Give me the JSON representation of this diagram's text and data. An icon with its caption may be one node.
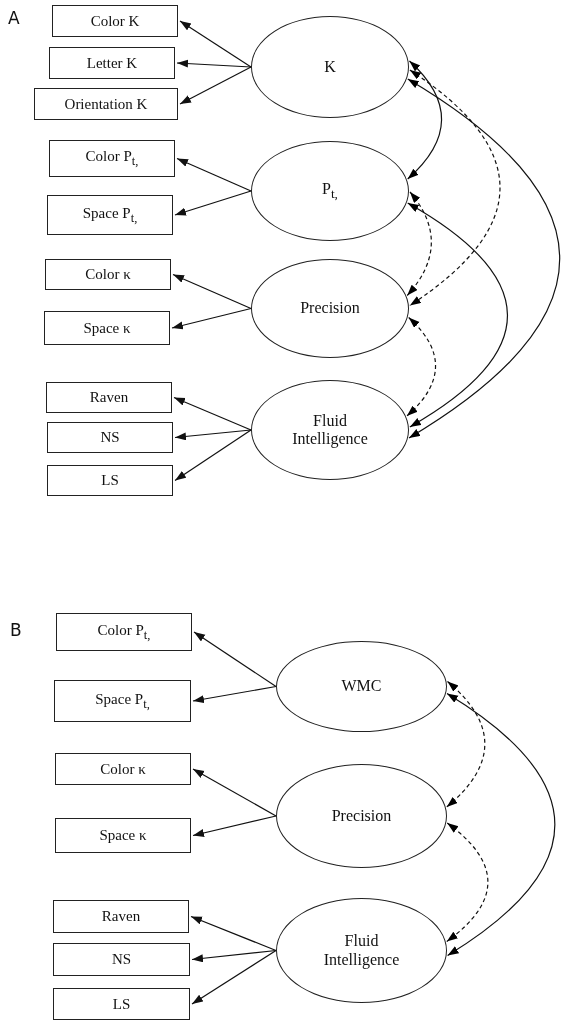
{
  "diagram": {
    "nodes": [
      {
        "text": [
          "K"
        ]
      },
      {
        "text": [
          "Color K"
        ]
      },
      {
        "text": [
          "Letter K"
        ]
      },
      {
        "text": [
          "Orientation K"
        ]
      },
      {
        "text": [
          "P$_{t,}$"
        ]
      },
      {
        "text": [
          "Color P$_{t,}$"
        ]
      },
      {
        "text": [
          "Space P$_{t,}$"
        ]
      },
      {
        "text": [
          "Precision"
        ]
      },
      {
        "text": [
          "Color κ"
        ]
      },
      {
        "text": [
          "Space κ"
        ]
      },
      {
        "text": [
          "Fluid Intelligence"
        ]
      },
      {
        "text": [
          "Raven"
        ]
      },
      {
        "text": [
          "NS"
        ]
      },
      {
        "text": [
          "LS"
        ]
      },
      {
        "text": [
          "WMC"
        ]
      },
      {
        "text": [
          "Color P$_{t,}$"
        ]
      },
      {
        "text": [
          "Space P$_{t,}$"
        ]
      },
      {
        "text": [
          "Precision"
        ]
      },
      {
        "text": [
          "Color κ"
        ]
      },
      {
        "text": [
          "Space κ"
        ]
      },
      {
        "text": [
          "Fluid Intelligence"
        ]
      },
      {
        "text": [
          "Raven"
        ]
      },
      {
        "text": [
          "NS"
        ]
      },
      {
        "text": [
          "LS"
        ]
      }
    ],
    "edges": [
      {
        "from": 0,
        "to": 1,
        "arrow": "to"
      },
      {
        "from": 0,
        "to": 2,
        "arrow": "to"
      },
      {
        "from": 0,
        "to": 3,
        "arrow": "to"
      },
      {
        "from": 4,
        "to": 5,
        "arrow": "to"
      },
      {
        "from": 4,
        "to": 6,
        "arrow": "to"
      },
      {
        "from": 7,
        "to": 8,
        "arrow": "to"
      },
      {
        "from": 7,
        "to": 9,
        "arrow": "to"
      },
      {
        "from": 10,
        "to": 11,
        "arrow": "to"
      },
      {
        "from": 10,
        "to": 12,
        "arrow": "to"
      },
      {
        "from": 10,
        "to": 13,
        "arrow": "to"
      },
      {
        "from": 0,
        "to": 4,
        "arrow": "both"
      },
      {
        "from": 0,
        "to": 7,
        "arrow": "both",
        "style": "dashed"
      },
      {
        "from": 0,
        "to": 10,
        "arrow": "both"
      },
      {
        "from": 4,
        "to": 7,
        "arrow": "both",
        "style": "dashed"
      },
      {
        "from": 4,
        "to": 10,
        "arrow": "both"
      },
      {
        "from": 7,
        "to": 10,
        "arrow": "both",
        "style": "dashed"
      },
      {
        "from": 14,
        "to": 15,
        "arrow": "to"
      },
      {
        "from": 14,
        "to": 16,
        "arrow": "to"
      },
      {
        "from": 17,
        "to": 18,
        "arrow": "to"
      },
      {
        "from": 17,
        "to": 19,
        "arrow": "to"
      },
      {
        "from": 20,
        "to": 21,
        "arrow": "to"
      },
      {
        "from": 20,
        "to": 22,
        "arrow": "to"
      },
      {
        "from": 20,
        "to": 23,
        "arrow": "to"
      },
      {
        "from": 14,
        "to": 17,
        "arrow": "both",
        "style": "dashed"
      },
      {
        "from": 14,
        "to": 20,
        "arrow": "both"
      },
      {
        "from": 17,
        "to": 20,
        "arrow": "both",
        "style": "dashed"
      }
    ],
    "labels": [
      "A",
      "B"
    ]
  }
}
